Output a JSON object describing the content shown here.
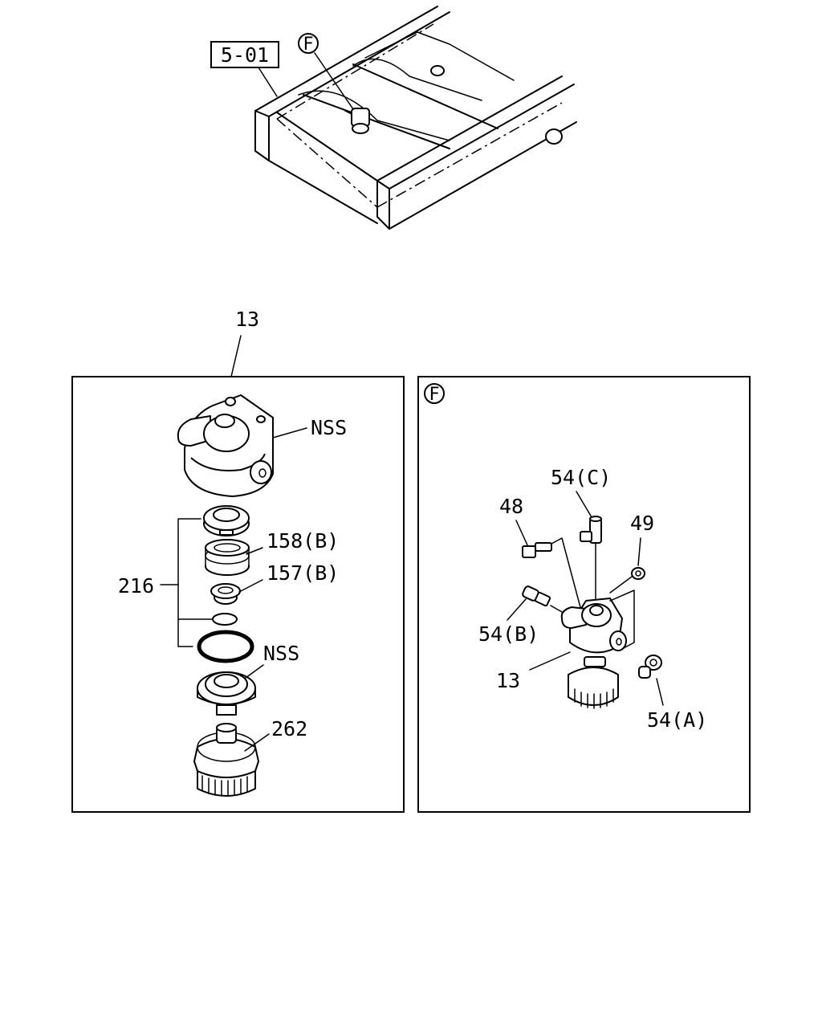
{
  "overview": {
    "ref_box_label": "5-01",
    "view_marker": "F"
  },
  "left_panel": {
    "assembly_callout": "13",
    "labels": {
      "housing": "NSS",
      "part_158": "158(B)",
      "part_157": "157(B)",
      "kit_216": "216",
      "seal": "NSS",
      "bowl_262": "262"
    }
  },
  "right_panel": {
    "view_marker": "F",
    "labels": {
      "fitting_c": "54(C)",
      "bolt_48": "48",
      "nut_49": "49",
      "fitting_b": "54(B)",
      "filter_13": "13",
      "fitting_a": "54(A)"
    }
  }
}
